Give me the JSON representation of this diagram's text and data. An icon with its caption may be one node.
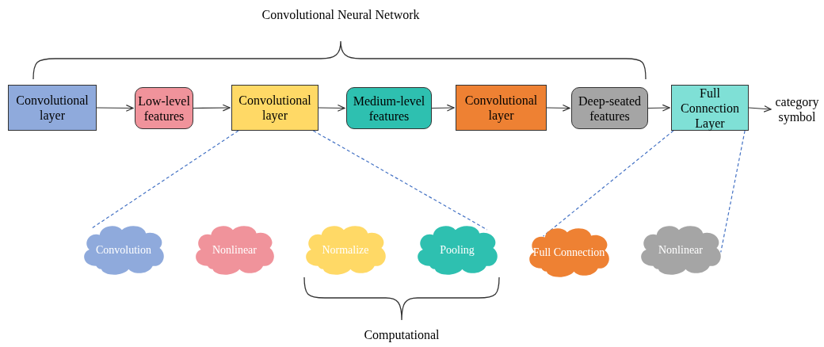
{
  "diagram": {
    "nodes": [
      {
        "text": [
          "Convolutional layer"
        ]
      },
      {
        "text": [
          "Low-level features"
        ]
      },
      {
        "text": [
          "Convolutional layer"
        ]
      },
      {
        "text": [
          "Medium-level features"
        ]
      },
      {
        "text": [
          "Convolutional layer"
        ]
      },
      {
        "text": [
          "Deep-seated features"
        ]
      },
      {
        "text": [
          "Full Connection Layer"
        ]
      },
      {
        "text": [
          "category symbol"
        ]
      },
      {
        "text": [
          "Convolution"
        ]
      },
      {
        "text": [
          "Nonlinear"
        ]
      },
      {
        "text": [
          "Normalize"
        ]
      },
      {
        "text": [
          "Pooling"
        ]
      },
      {
        "text": [
          "Full Connection"
        ]
      },
      {
        "text": [
          "Nonlinear"
        ]
      }
    ],
    "edges": [
      {
        "from": 0,
        "to": 1,
        "arrow": "to"
      },
      {
        "from": 1,
        "to": 2,
        "arrow": "to"
      },
      {
        "from": 2,
        "to": 3,
        "arrow": "to"
      },
      {
        "from": 3,
        "to": 4,
        "arrow": "to"
      },
      {
        "from": 4,
        "to": 5,
        "arrow": "to"
      },
      {
        "from": 5,
        "to": 6,
        "arrow": "to"
      },
      {
        "from": 6,
        "to": 7,
        "arrow": "to"
      },
      {
        "from": 2,
        "to": 8,
        "arrow": "none",
        "style": "dashed",
        "color": "#4472c4"
      },
      {
        "from": 2,
        "to": 11,
        "arrow": "none",
        "style": "dashed",
        "color": "#4472c4"
      },
      {
        "from": 6,
        "to": 12,
        "arrow": "none",
        "style": "dashed",
        "color": "#4472c4"
      },
      {
        "from": 6,
        "to": 13,
        "arrow": "none",
        "style": "dashed",
        "color": "#4472c4"
      }
    ],
    "labels": [
      "Convolutional Neural Network",
      "Computational"
    ]
  }
}
